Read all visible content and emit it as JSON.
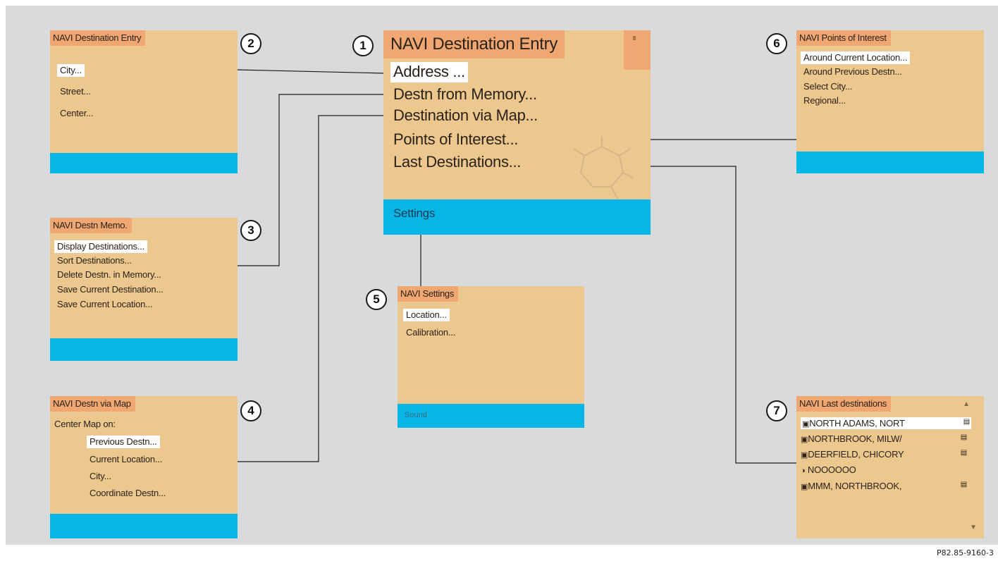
{
  "main": {
    "badge": "1",
    "title": "NAVI Destination Entry",
    "items": [
      "Address ...",
      "Destn from Memory...",
      "Destination via Map...",
      "Points of Interest...",
      "Last Destinations..."
    ],
    "bar_label": "Settings"
  },
  "dest_entry": {
    "badge": "2",
    "title": "NAVI Destination Entry",
    "items": [
      "City...",
      "Street...",
      "Center..."
    ]
  },
  "memo": {
    "badge": "3",
    "title": "NAVI Destn Memo.",
    "items": [
      "Display Destinations...",
      "Sort Destinations...",
      "Delete Destn. in Memory...",
      "Save Current Destination...",
      "Save Current Location..."
    ]
  },
  "via_map": {
    "badge": "4",
    "title": "NAVI Destn via Map",
    "subtitle": "Center Map on:",
    "items": [
      "Previous Destn...",
      "Current Location...",
      "City...",
      "Coordinate Destn..."
    ]
  },
  "settings": {
    "badge": "5",
    "title": "NAVI Settings",
    "items": [
      "Location...",
      "Calibration..."
    ],
    "bar_label": "Sound"
  },
  "poi": {
    "badge": "6",
    "title": "NAVI Points of Interest",
    "items": [
      "Around Current Location...",
      "Around Previous Destn...",
      "Select City...",
      "Regional..."
    ]
  },
  "last": {
    "badge": "7",
    "title": "NAVI Last destinations",
    "items": [
      "NORTH ADAMS, NORT",
      "NORTHBROOK, MILW/",
      "DEERFIELD, CHICORY",
      "NOOOOOO",
      "MMM, NORTHBROOK,"
    ]
  },
  "figure_code": "P82.85-9160-3",
  "colors": {
    "background": "#d9dadb",
    "panel": "#ecc88f",
    "title_bar": "#f0a772",
    "bottom_bar": "#06b6e6",
    "selection": "#ffffff"
  }
}
